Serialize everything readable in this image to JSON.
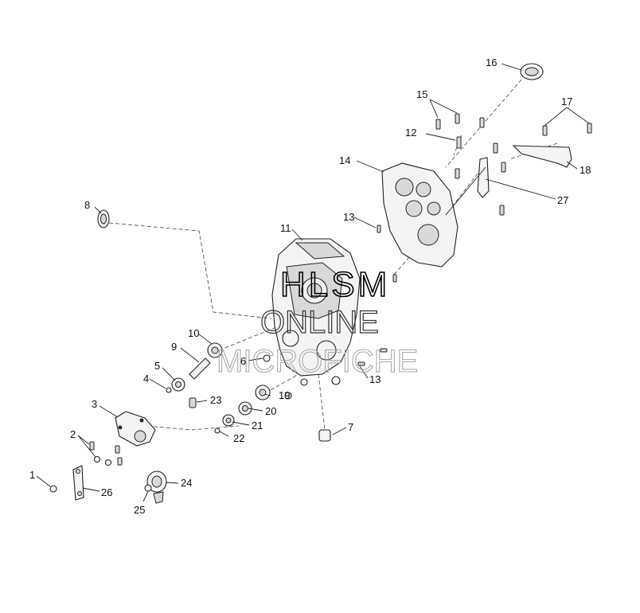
{
  "watermark": {
    "line1": "HLSM",
    "line2": "ONLINE",
    "line3": "MICROFICHE"
  },
  "callouts": [
    {
      "id": "1",
      "text": "1"
    },
    {
      "id": "2",
      "text": "2"
    },
    {
      "id": "3",
      "text": "3"
    },
    {
      "id": "4",
      "text": "4"
    },
    {
      "id": "5",
      "text": "5"
    },
    {
      "id": "6",
      "text": "6"
    },
    {
      "id": "7",
      "text": "7"
    },
    {
      "id": "8",
      "text": "8"
    },
    {
      "id": "9",
      "text": "9"
    },
    {
      "id": "10",
      "text": "10"
    },
    {
      "id": "11",
      "text": "11"
    },
    {
      "id": "12",
      "text": "12"
    },
    {
      "id": "13a",
      "text": "13"
    },
    {
      "id": "13b",
      "text": "13"
    },
    {
      "id": "14",
      "text": "14"
    },
    {
      "id": "15",
      "text": "15"
    },
    {
      "id": "16",
      "text": "16"
    },
    {
      "id": "17",
      "text": "17"
    },
    {
      "id": "18",
      "text": "18"
    },
    {
      "id": "19",
      "text": "19"
    },
    {
      "id": "20",
      "text": "20"
    },
    {
      "id": "21",
      "text": "21"
    },
    {
      "id": "22",
      "text": "22"
    },
    {
      "id": "23",
      "text": "23"
    },
    {
      "id": "24",
      "text": "24"
    },
    {
      "id": "25",
      "text": "25"
    },
    {
      "id": "26",
      "text": "26"
    },
    {
      "id": "27",
      "text": "27"
    }
  ]
}
